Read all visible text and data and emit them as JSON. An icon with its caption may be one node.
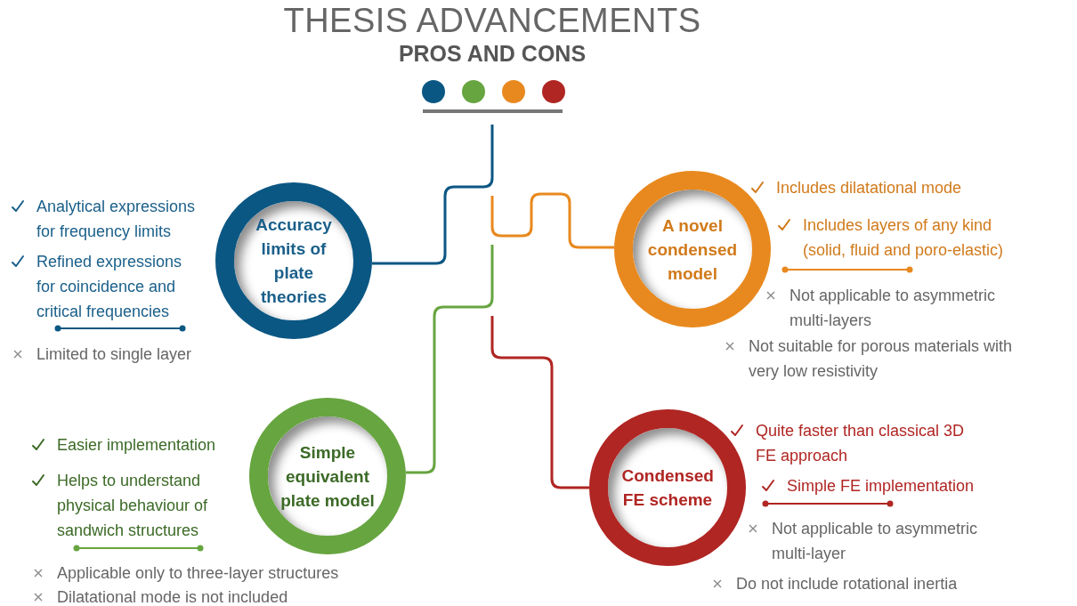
{
  "diagram": {
    "title": "THESIS ADVANCEMENTS",
    "nodes": [
      {
        "text": [
          "Accuracy limits of plate theories"
        ],
        "beside": [
          "Analytical expressions for frequency limits",
          "Refined expressions for coincidence and critical frequencies",
          "Limited to single layer"
        ]
      },
      {
        "text": [
          "A novel condensed model"
        ],
        "beside": [
          "Includes dilatational mode",
          "Includes layers of any kind (solid, fluid and poro-elastic)",
          "Not applicable to asymmetric multi-layers",
          "Not suitable for porous materials with very low resistivity"
        ]
      },
      {
        "text": [
          "Simple equivalent plate model"
        ],
        "beside": [
          "Easier implementation",
          "Helps to understand physical behaviour of sandwich structures",
          "Applicable only to three-layer structures",
          "Dilatational mode is not included"
        ]
      },
      {
        "text": [
          "Condensed FE scheme"
        ],
        "beside": [
          "Quite faster than classical 3D FE approach",
          "Simple FE implementation",
          "Not applicable to asymmetric multi-layer",
          "Do not include rotational inertia"
        ]
      }
    ],
    "edges": [
      {
        "from": null,
        "to": 0,
        "arrow": "none",
        "color": "#0b5783"
      },
      {
        "from": null,
        "to": 1,
        "arrow": "none",
        "color": "#e8891f"
      },
      {
        "from": null,
        "to": 2,
        "arrow": "none",
        "color": "#67a540"
      },
      {
        "from": null,
        "to": 3,
        "arrow": "none",
        "color": "#b02623"
      }
    ],
    "labels": [
      "PROS AND CONS"
    ]
  }
}
